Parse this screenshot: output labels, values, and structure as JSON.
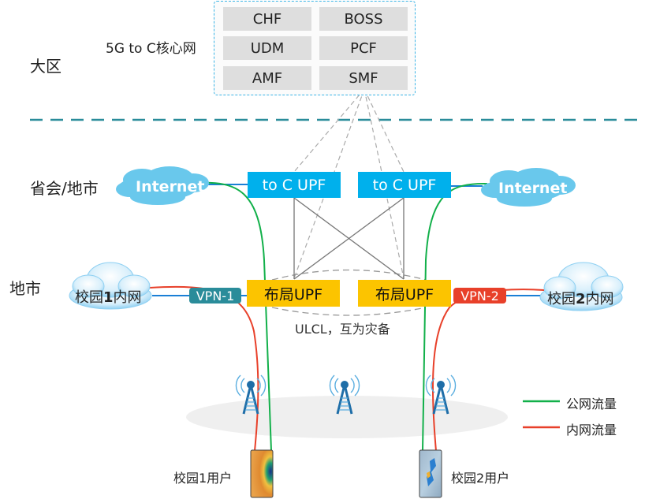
{
  "regions": {
    "daqu": "大区",
    "province": "省会/地市",
    "city": "地市"
  },
  "core": {
    "title": "5G to C核心网",
    "functions": [
      "CHF",
      "BOSS",
      "UDM",
      "PCF",
      "AMF",
      "SMF"
    ]
  },
  "internet": {
    "left": "Internet",
    "right": "Internet"
  },
  "upf": {
    "toc_left": "to C UPF",
    "toc_right": "to C UPF",
    "local_left": "布局UPF",
    "local_right": "布局UPF",
    "ulcl_note": "ULCL，互为灾备"
  },
  "vpn": {
    "vpn1": "VPN-1",
    "vpn2": "VPN-2"
  },
  "campus": {
    "net1_prefix": "校园",
    "net1_num": "1",
    "net1_suffix": "内网",
    "net2_prefix": "校园",
    "net2_num": "2",
    "net2_suffix": "内网"
  },
  "users": {
    "user1": "校园1用户",
    "user2": "校园2用户"
  },
  "legend": {
    "public": {
      "label": "公网流量",
      "color": "#12b04a"
    },
    "private": {
      "label": "内网流量",
      "color": "#e8402a"
    }
  },
  "colors": {
    "toc_upf": "#00b0ec",
    "local_upf": "#fcc400",
    "vpn1": "#2a8c9a",
    "vpn2": "#e8402a",
    "region_divider": "#2a8c9a"
  }
}
